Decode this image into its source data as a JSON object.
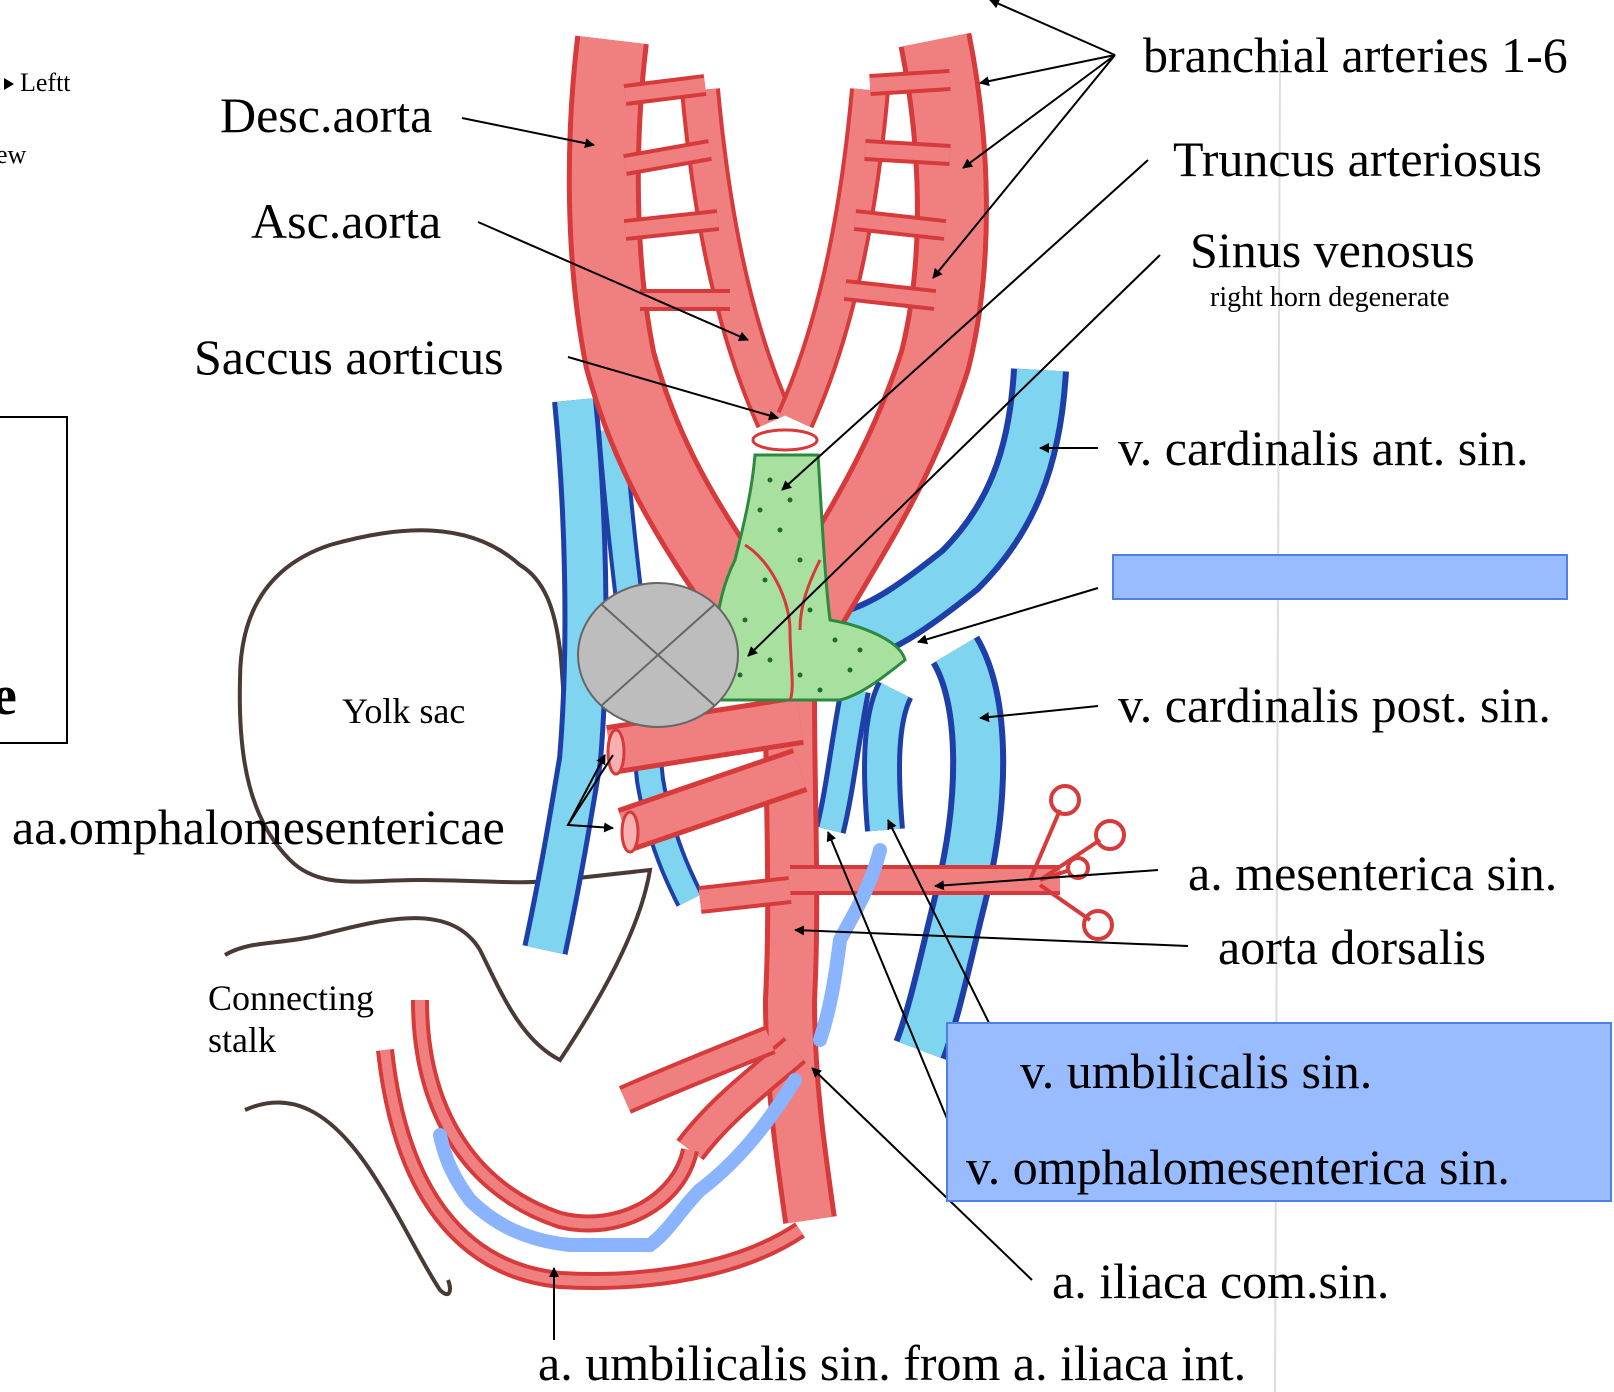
{
  "labels": {
    "branchial_arteries": "branchial arteries 1-6",
    "desc_aorta": "Desc.aorta",
    "asc_aorta": "Asc.aorta",
    "truncus_arteriosus": "Truncus arteriosus",
    "sinus_venosus": "Sinus venosus",
    "sinus_venosus_note": "right horn degenerate",
    "saccus_aorticus": "Saccus aorticus",
    "cardinalis_ant": "v. cardinalis ant. sin.",
    "cardinalis_post": "v. cardinalis post. sin.",
    "yolk_sac": "Yolk sac",
    "omphalomesentericae": "aa.omphalomesentericae",
    "mesenterica": "a. mesenterica sin.",
    "aorta_dorsalis": "aorta dorsalis",
    "connecting_stalk_1": "Connecting",
    "connecting_stalk_2": "stalk",
    "umbilicalis_vein": "v. umbilicalis sin.",
    "omphalomesenterica_vein": "v. omphalomesenterica sin.",
    "iliaca": "a. iliaca com.sin.",
    "umbilicalis_artery": "a. umbilicalis sin. from a. iliaca int."
  },
  "edge_fragments": {
    "top_left_1": "Leftt",
    "top_left_2": "ew",
    "box_letter": "e"
  },
  "colors": {
    "artery": "#e84a4a",
    "artery_fill": "#f08080",
    "vein": "#7fd4ef",
    "vein_outline": "#1f3fa8",
    "heart_fill": "#a8e0a0",
    "heart_outline": "#2b8a3e",
    "yolk_outline": "#4a3a35",
    "hidden_box": "#99bbff",
    "hidden_box_border": "#4d7fe6",
    "umbilical_vein_stroke": "#8ab4ff",
    "occluder": "#bdbdbd"
  }
}
